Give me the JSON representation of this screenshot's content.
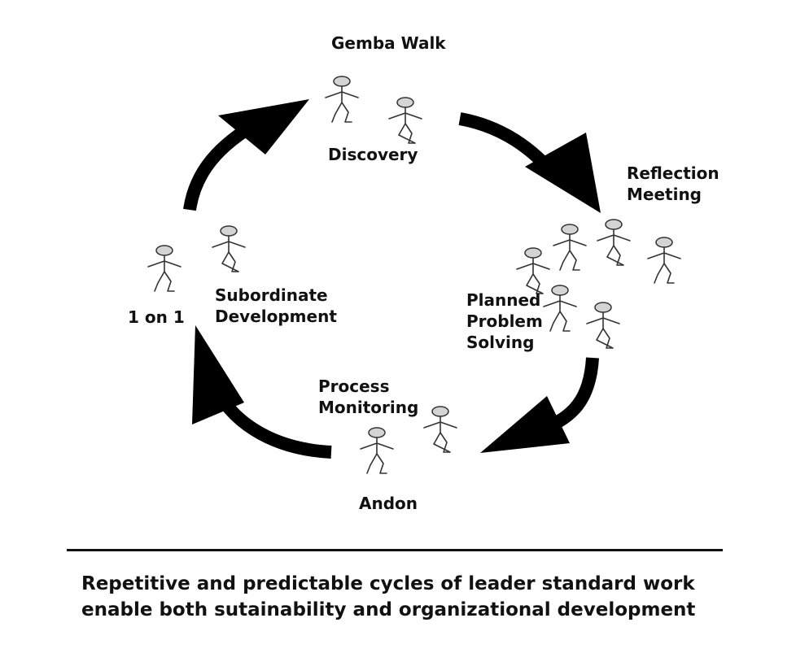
{
  "labels": {
    "gemba_walk": "Gemba Walk",
    "discovery": "Discovery",
    "reflection_meeting_line1": "Reflection",
    "reflection_meeting_line2": "Meeting",
    "planned_line1": "Planned",
    "planned_line2": "Problem",
    "planned_line3": "Solving",
    "process_monitoring_line1": "Process",
    "process_monitoring_line2": "Monitoring",
    "andon": "Andon",
    "one_on_one": "1 on 1",
    "subordinate_line1": "Subordinate",
    "subordinate_line2": "Development"
  },
  "caption": {
    "line1": "Repetitive and predictable cycles of leader standard work",
    "line2": "enable both sutainability and organizational development"
  },
  "colors": {
    "arrow": "#000000",
    "figure_head": "#d4d4d4",
    "figure_stroke": "#333333",
    "text": "#111111"
  }
}
